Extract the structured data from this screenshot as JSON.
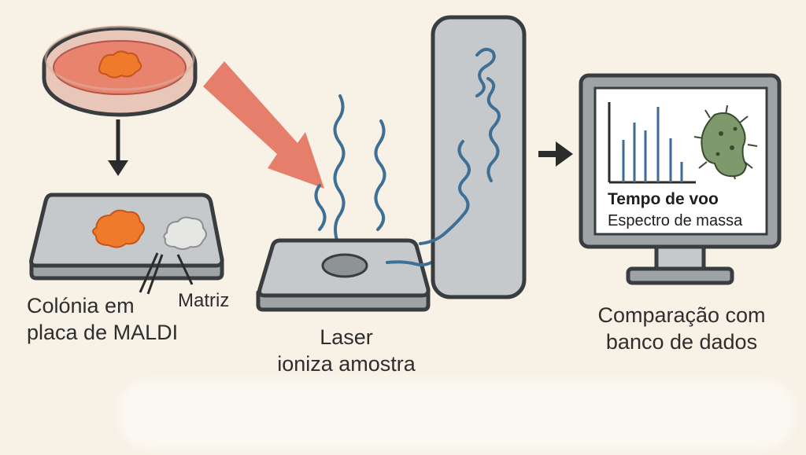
{
  "steps": {
    "colony": {
      "line1": "Colónia em",
      "line2": "placa de MALDI"
    },
    "matrix": {
      "label": "Matriz"
    },
    "laser": {
      "line1": "Laser",
      "line2": "ioniza amostra"
    },
    "monitor": {
      "title": "Tempo de voo",
      "subtitle": "Espectro de massa"
    },
    "database": {
      "line1": "Comparação com",
      "line2": "banco de dados"
    }
  },
  "colors": {
    "background": "#f7f1e6",
    "plate": "#c5c9cb",
    "outline": "#3a3d40",
    "agar": "#e8836d",
    "colony": "#f07a2c",
    "laser_arrow": "#e57f6c",
    "ion_trace": "#3e6f95",
    "spectrum_bars": "#3d6b91",
    "bacterium": "#7e9a6d"
  },
  "icons": [
    "petri-dish-icon",
    "maldi-plate-icon",
    "laser-arrow-icon",
    "flight-tube-icon",
    "monitor-icon",
    "bacterium-icon"
  ]
}
